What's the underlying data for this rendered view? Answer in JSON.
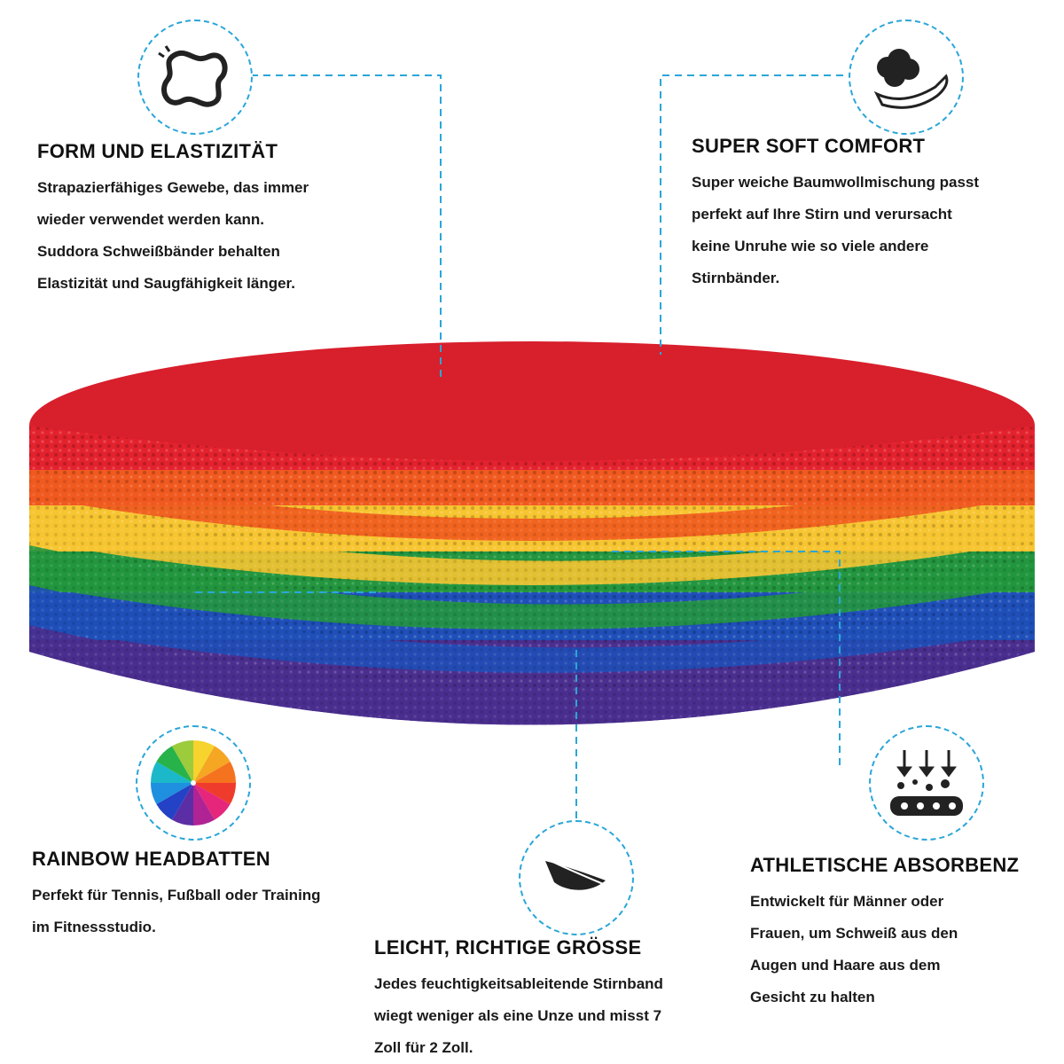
{
  "features": [
    {
      "id": "form",
      "icon": "elastic-band-icon",
      "title": "FORM UND ELASTIZITÄT",
      "lines": [
        "Strapazierfähiges Gewebe, das immer",
        "wieder verwendet werden kann.",
        "Suddora Schweißbänder behalten",
        "Elastizität und Saugfähigkeit länger."
      ]
    },
    {
      "id": "comfort",
      "icon": "hand-cloud-icon",
      "title": "SUPER SOFT COMFORT",
      "lines": [
        "Super weiche Baumwollmischung passt",
        "perfekt auf Ihre Stirn und verursacht",
        "keine Unruhe wie so viele andere",
        "Stirnbänder."
      ]
    },
    {
      "id": "rainbow",
      "icon": "color-wheel-icon",
      "title": "RAINBOW HEADBATTEN",
      "lines": [
        "Perfekt für Tennis, Fußball oder Training",
        "im Fitnessstudio."
      ]
    },
    {
      "id": "light",
      "icon": "feather-icon",
      "title": "LEICHT, RICHTIGE GRÖSSE",
      "lines": [
        "Jedes feuchtigkeitsableitende Stirnband",
        "wiegt weniger als eine Unze und misst 7",
        "Zoll für 2 Zoll."
      ]
    },
    {
      "id": "absorb",
      "icon": "absorption-icon",
      "title": "ATHLETISCHE ABSORBENZ",
      "lines": [
        "Entwickelt für Männer oder",
        "Frauen, um Schweiß aus den",
        "Augen und Haare aus dem",
        "Gesicht zu halten"
      ]
    }
  ],
  "colors": {
    "accent_dashed": "#2aa6d8",
    "band_red": "#e3222e",
    "band_orange": "#f0591f",
    "band_yellow": "#f7c531",
    "band_green": "#23963f",
    "band_blue": "#1f4fb8",
    "band_purple": "#4b2f8f"
  }
}
